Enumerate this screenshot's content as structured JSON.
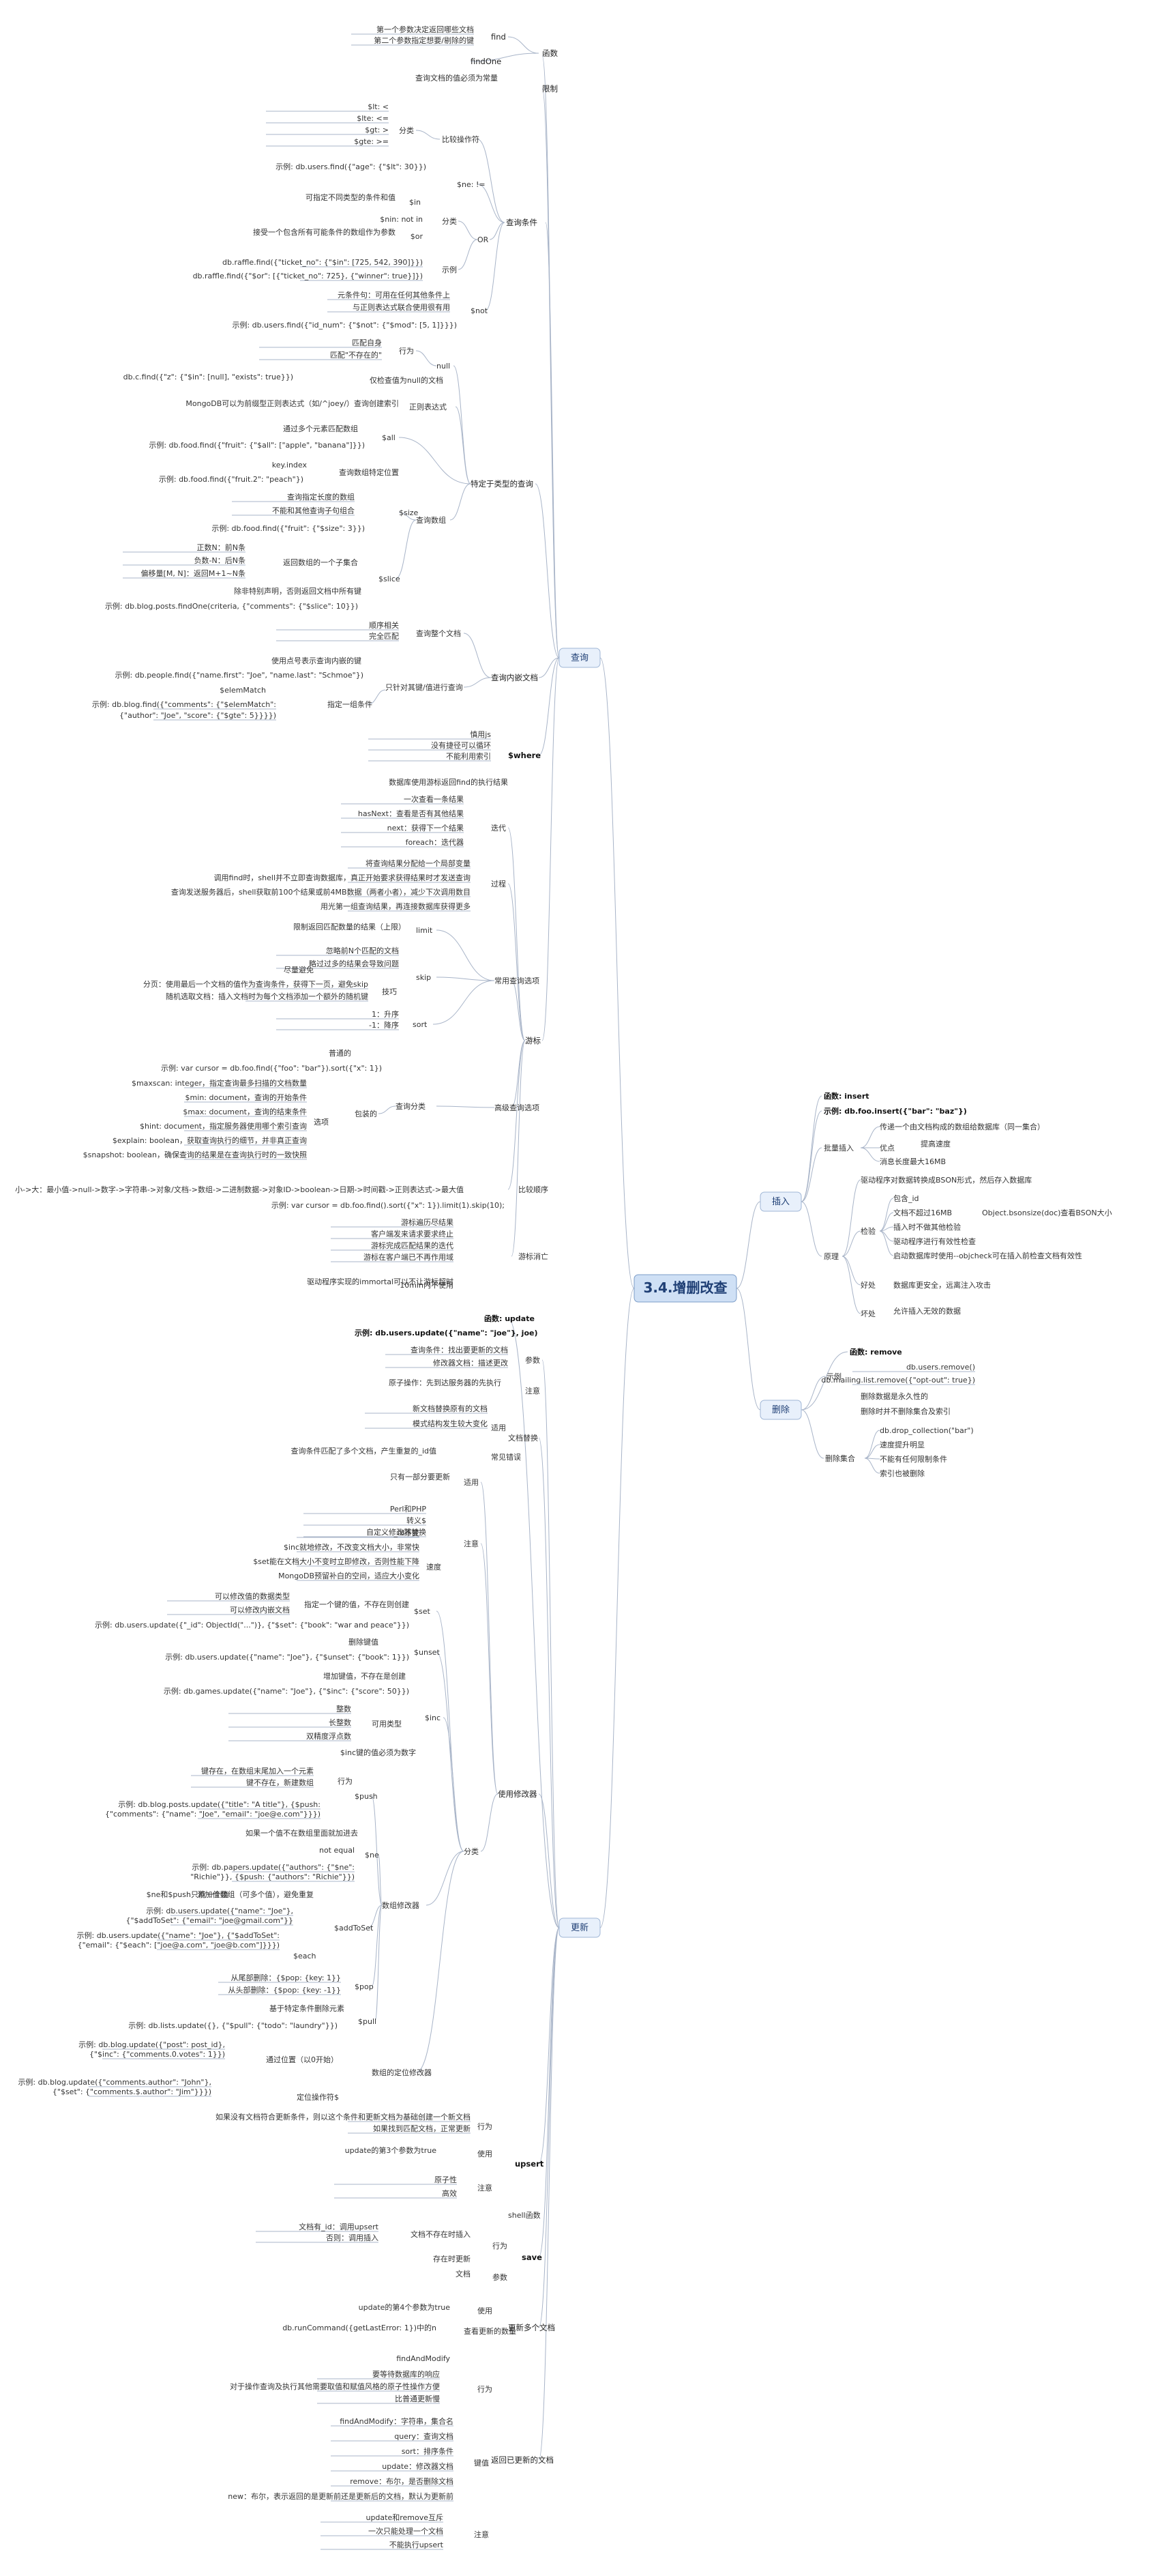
{
  "root": "3.4.增删改查",
  "branches": {
    "query": {
      "label": "查询",
      "find": [
        "第一个参数决定返回哪些文档",
        "第二个参数指定想要/剔除的键"
      ],
      "find_label": "find",
      "findOne": "findOne",
      "func_label": "函数",
      "limit_note": "查询文档的值必须为常量",
      "limit_label": "限制",
      "cond": {
        "label": "查询条件",
        "cmp_label": "比较操作符",
        "cmp_group": "分类",
        "ops": [
          "$lt: <",
          "$lte: <=",
          "$gt: >",
          "$gte: >="
        ],
        "ops_example": "示例: db.users.find({\"age\": {\"$lt\": 30}})",
        "ne": "$ne: !=",
        "in_desc": "可指定不同类型的条件和值",
        "in": "$in",
        "or_group": "分类",
        "nin": "$nin: not in",
        "or": "$or",
        "or_desc": "接受一个包含所有可能条件的数组作为参数",
        "or_label": "OR",
        "or_ex_label": "示例",
        "or_ex": [
          "db.raffle.find({\"ticket_no\": {\"$in\": [725, 542, 390]}})",
          "db.raffle.find({\"$or\": [{\"ticket_no\": 725}, {\"winner\": true}]})"
        ],
        "not_desc": [
          "元条件句：可用在任何其他条件上",
          "与正则表达式联合使用很有用"
        ],
        "not": "$not",
        "not_ex": "示例: db.users.find({\"id_num\": {\"$not\": {\"$mod\": [5, 1]}}})"
      },
      "types": {
        "label": "特定于类型的查询",
        "null_label": "null",
        "null_behave": "行为",
        "null_items": [
          "匹配自身",
          "匹配\"不存在的\""
        ],
        "null_only": "仅检查值为null的文档",
        "null_ex": "db.c.find({\"z\": {\"$in\": [null], \"exists\": true}})",
        "regex": "MongoDB可以为前缀型正则表达式（如/^joey/）查询创建索引",
        "regex_label": "正则表达式",
        "all_desc": "通过多个元素匹配数组",
        "all_ex": "示例: db.food.find({\"fruit\": {\"$all\": [\"apple\", \"banana\"]}})",
        "all": "$all",
        "key_index": "key.index",
        "key_index_desc": "查询数组特定位置",
        "key_index_ex": "示例: db.food.find({\"fruit.2\": \"peach\"})",
        "array_label": "查询数组",
        "size_items": [
          "查询指定长度的数组",
          "不能和其他查询子句组合"
        ],
        "size": "$size",
        "size_ex": "示例: db.food.find({\"fruit\": {\"$size\": 3}})",
        "slice_items": [
          "正数N：前N条",
          "负数-N：后N条",
          "偏移量[M, N]：返回M+1~N条"
        ],
        "slice_sub": "返回数组的一个子集合",
        "slice_all": "除非特别声明，否则返回文档中所有键",
        "slice": "$slice",
        "slice_ex": "示例: db.blog.posts.findOne(criteria, {\"comments\": {\"$slice\": 10}})"
      },
      "embedded": {
        "label": "查询内嵌文档",
        "whole": "查询整个文档",
        "whole_items": [
          "顺序相关",
          "完全匹配"
        ],
        "keys": "只针对其键/值进行查询",
        "dot": "使用点号表示查询内嵌的键",
        "dot_ex": "示例: db.people.find({\"name.first\": \"Joe\", \"name.last\": \"Schmoe\"})",
        "elem": "$elemMatch",
        "elem_ex": [
          "示例: db.blog.find({\"comments\": {\"$elemMatch\":",
          "{\"author\": \"Joe\", \"score\": {\"$gte\": 5}}}})"
        ],
        "spec": "指定一组条件"
      },
      "where": {
        "label": "$where",
        "items": [
          "慎用js",
          "没有捷径可以循环",
          "不能利用索引"
        ]
      },
      "cursor": {
        "label": "游标",
        "intro": "数据库使用游标返回find的执行结果",
        "iter_label": "迭代",
        "iter": [
          "一次查看一条结果",
          "hasNext：查看是否有其他结果",
          "next：获得下一个结果",
          "foreach：迭代器"
        ],
        "proc_label": "过程",
        "proc": [
          "将查询结果分配给一个局部变量",
          "调用find时，shell并不立即查询数据库，真正开始要求获得结果时才发送查询",
          "查询发送服务器后，shell获取前100个结果或前4MB数据（两者小者），减少下次调用数目",
          "用光第一组查询结果，再连接数据库获得更多"
        ],
        "common_label": "常用查询选项",
        "limit_desc": "限制返回匹配数量的结果（上限）",
        "limit": "limit",
        "skip_items": [
          "忽略前N个匹配的文档",
          "略过过多的结果会导致问题"
        ],
        "skip_avoid": "尽量避免",
        "skip": "skip",
        "skip_tips": [
          "分页：使用最后一个文档的值作为查询条件，获得下一页，避免skip",
          "随机选取文档：插入文档时为每个文档添加一个额外的随机键"
        ],
        "skip_tip_label": "技巧",
        "sort_items": [
          "1：升序",
          "-1：降序"
        ],
        "sort": "sort",
        "adv_label": "高级查询选项",
        "adv_common": "普通的",
        "adv_ex": "示例: var cursor = db.foo.find({\"foo\": \"bar\"}).sort({\"x\": 1})",
        "adv_cat": "查询分类",
        "adv_wrapped": "包装的",
        "opt_label": "选项",
        "opts": [
          "$maxscan: integer，指定查询最多扫描的文档数量",
          "$min: document，查询的开始条件",
          "$max: document，查询的结束条件",
          "$hint: document，指定服务器使用哪个索引查询",
          "$explain: boolean，获取查询执行的细节，并非真正查询",
          "$snapshot: boolean，确保查询的结果是在查询执行时的一致快照"
        ],
        "order": "小->大：最小值->null->数字->字符串->对象/文档->数组->二进制数据->对象ID->boolean->日期->时间戳->正则表达式->最大值",
        "order_label": "比较顺序",
        "chain_ex": "示例: var cursor = db.foo.find().sort({\"x\": 1}).limit(1).skip(10);",
        "death_label": "游标消亡",
        "death": [
          "游标遍历尽结果",
          "客户端发来请求要求终止",
          "游标完成匹配结果的迭代",
          "游标在客户端已不再作用域"
        ],
        "timeout": "10min内不使用",
        "immortal": "驱动程序实现的immortal可以不让游标超时"
      }
    },
    "insert": {
      "label": "插入",
      "func": "函数: insert",
      "example": "示例: db.foo.insert({\"bar\": \"baz\"})",
      "batch_label": "批量插入",
      "batch_desc": "传递一个由文档构成的数组给数据库（同一集合）",
      "batch_adv": "优点",
      "batch_speed": "提高速度",
      "batch_limit": "消息长度最大16MB",
      "principle_label": "原理",
      "principle_bson": "驱动程序对数据转换成BSON形式，然后存入数据库",
      "check_label": "检验",
      "checks": [
        "包含_id",
        "文档不超过16MB",
        "插入时不做其他检验",
        "驱动程序进行有效性检查",
        "启动数据库时使用--objcheck可在插入前检查文档有效性"
      ],
      "bsonsize": "Object.bsonsize(doc)查看BSON大小",
      "good_label": "好处",
      "good": "数据库更安全，远离注入攻击",
      "drawback_label": "坏处",
      "drawback": "允许插入无效的数据"
    },
    "delete": {
      "label": "删除",
      "func": "函数: remove",
      "ex_label": "示例",
      "ex": [
        "db.users.remove()",
        "db.mailing.list.remove({\"opt-out\": true})"
      ],
      "forever": "删除数据是永久性的",
      "keep": "删除时并不删除集合及索引",
      "drop_label": "删除集合",
      "drop": [
        "db.drop_collection(\"bar\")",
        "速度提升明显",
        "不能有任何限制条件",
        "索引也被删除"
      ]
    },
    "update": {
      "label": "更新",
      "func": "函数: update",
      "example": "示例: db.users.update({\"name\": \"joe\"}, joe)",
      "param_label": "参数",
      "params": [
        "查询条件：找出要更新的文档",
        "修改器文档：描述更改"
      ],
      "attention_label": "注意",
      "attention": "原子操作：先到达服务器的先执行",
      "replace_label": "文档替换",
      "replace_apply": "适用",
      "replace_items": [
        "新文档替换原有的文档",
        "模式结构发生较大变化"
      ],
      "replace_err": "常见错误",
      "replace_err_desc": "查询条件匹配了多个文档，产生重复的_id值",
      "mod_label": "使用修改器",
      "mod_apply": "适用",
      "mod_apply_desc": "只有一部分要更新",
      "mod_note": "注意",
      "mod_note_items": [
        "Perl和PHP",
        "转义$",
        "自定义修改器替换"
      ],
      "speed_label": "速度",
      "speed": [
        "_id不变",
        "$inc就地修改，不改变文档大小，非常快",
        "$set能在文档大小不变时立即修改，否则性能下降",
        "MongoDB预留补白的空间，适应大小变化"
      ],
      "cat_label": "分类",
      "set_desc": "指定一个键的值，不存在则创建",
      "set_items": [
        "可以修改值的数据类型",
        "可以修改内嵌文档"
      ],
      "set": "$set",
      "set_ex": "示例: db.users.update({\"_id\": ObjectId(\"...\")}, {\"$set\": {\"book\": \"war and peace\"}})",
      "unset": "$unset",
      "unset_desc": "删除键值",
      "unset_ex": "示例: db.users.update({\"name\": \"Joe\"}, {\"$unset\": {\"book\": 1}})",
      "inc": "$inc",
      "inc_desc": "增加键值，不存在是创建",
      "inc_ex": "示例: db.games.update({\"name\": \"Joe\"}, {\"$inc\": {\"score\": 50}})",
      "inc_types_label": "可用类型",
      "inc_types": [
        "整数",
        "长整数",
        "双精度浮点数"
      ],
      "inc_num": "$inc键的值必须为数字",
      "array_label": "数组修改器",
      "push": "$push",
      "push_behave": "行为",
      "push_items": [
        "键存在，在数组末尾加入一个元素",
        "键不存在，新建数组"
      ],
      "push_ex": [
        "示例: db.blog.posts.update({\"title\": \"A title\"}, {$push:",
        "{\"comments\": {\"name\": \"Joe\", \"email\": \"joe@e.com\"}}})"
      ],
      "ne": "$ne",
      "ne_desc": "如果一个值不在数组里面就加进去",
      "ne_not": "not equal",
      "ne_ex": [
        "示例: db.papers.update({\"authors\": {\"$ne\":",
        "\"Richie\"}}, {$push: {\"authors\": \"Richie\"}})"
      ],
      "ne_push": "$ne和$push只能一个值",
      "addtoset": "$addToSet",
      "addtoset_desc": "添加值数组（可多个值），避免重复",
      "addtoset_ex": [
        "示例: db.users.update({\"name\": \"Joe\"},",
        "{\"$addToSet\": {\"email\": \"joe@gmail.com\"}}"
      ],
      "each": "$each",
      "each_ex": [
        "示例: db.users.update({\"name\": \"Joe\"}, {\"$addToSet\":",
        "{\"email\": {\"$each\": [\"joe@a.com\", \"joe@b.com\"]}}})"
      ],
      "pop": "$pop",
      "pop_items": [
        "从尾部删除：{$pop: {key: 1}}",
        "从头部删除：{$pop: {key: -1}}"
      ],
      "pull": "$pull",
      "pull_desc": "基于特定条件删除元素",
      "pull_ex": "示例: db.lists.update({}, {\"$pull\": {\"todo\": \"laundry\"}})",
      "pos_label": "数组的定位修改器",
      "pos_ex": [
        "示例: db.blog.update({\"post\": post_id},",
        "{\"$inc\": {\"comments.0.votes\": 1}})"
      ],
      "pos_by": "通过位置（以0开始）",
      "pos_op": "定位操作符$",
      "pos_ex2": [
        "示例: db.blog.update({\"comments.author\": \"John\"},",
        "{\"$set\": {\"comments.$.author\": \"Jim\"}}})"
      ],
      "upsert_label": "upsert",
      "upsert_behave_label": "行为",
      "upsert_behave": [
        "如果没有文档符合更新条件，则以这个条件和更新文档为基础创建一个新文档",
        "如果找到匹配文档，正常更新"
      ],
      "upsert_use_label": "使用",
      "upsert_use": "update的第3个参数为true",
      "upsert_note_label": "注意",
      "upsert_note": [
        "原子性",
        "高效"
      ],
      "save_label": "save",
      "save_shell": "shell函数",
      "save_behave": "行为",
      "save_nonexist": "文档不存在时插入",
      "save_nonexist_items": [
        "文档有_id：调用upsert",
        "否则：调用插入"
      ],
      "save_exist": "存在时更新",
      "save_param": "参数",
      "save_param_doc": "文档",
      "multi_label": "更新多个文档",
      "multi_use": "使用",
      "multi_use_desc": "update的第4个参数为true",
      "multi_count": "查看更新的数量",
      "multi_count_desc": "db.runCommand({getLastError: 1})中的n",
      "ret_label": "返回已更新的文档",
      "ret_func": "findAndModify",
      "ret_behave": "行为",
      "ret_behave_items": [
        "要等待数据库的响应",
        "对于操作查询及执行其他需要取值和赋值风格的原子性操作方便",
        "比普通更新慢"
      ],
      "ret_keys": "键值",
      "ret_key_items": [
        "findAndModify：字符串，集合名",
        "query：查询文档",
        "sort：排序条件",
        "update：修改器文档",
        "remove：布尔，是否删除文档",
        "new：布尔，表示返回的是更新前还是更新后的文档，默认为更新前"
      ],
      "ret_note": "注意",
      "ret_note_items": [
        "update和remove互斥",
        "一次只能处理一个文档",
        "不能执行upsert"
      ]
    }
  }
}
